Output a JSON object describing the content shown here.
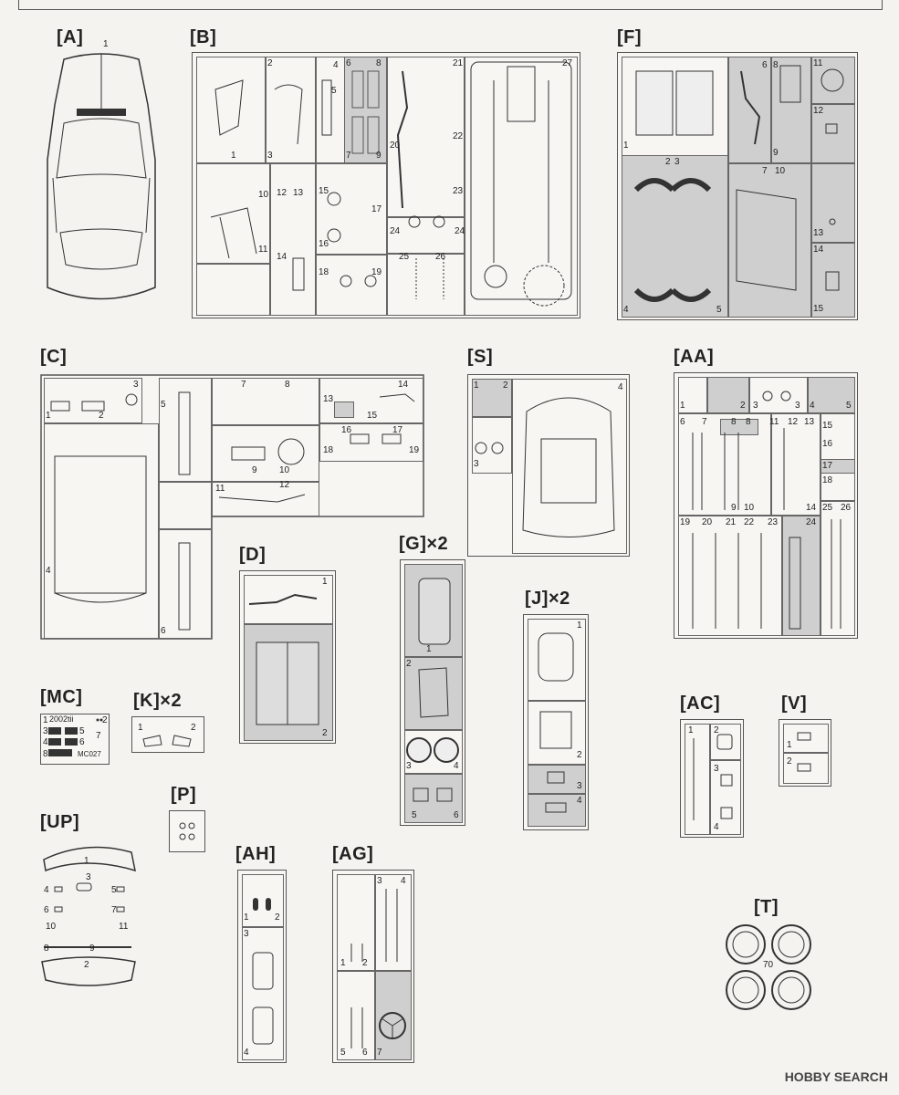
{
  "labels": {
    "A": "[A]",
    "B": "[B]",
    "F": "[F]",
    "C": "[C]",
    "S": "[S]",
    "AA": "[AA]",
    "D": "[D]",
    "G": "[G]×2",
    "J": "[J]×2",
    "MC": "[MC]",
    "K": "[K]×2",
    "AC": "[AC]",
    "V": "[V]",
    "P": "[P]",
    "UP": "[UP]",
    "AH": "[AH]",
    "AG": "[AG]",
    "T": "[T]"
  },
  "tree_A": {
    "n1": "1"
  },
  "tree_B": {
    "n1": "1",
    "n2": "2",
    "n3": "3",
    "n4": "4",
    "n5": "5",
    "n6": "6",
    "n7": "7",
    "n8": "8",
    "n9": "9",
    "n10": "10",
    "n11": "11",
    "n12": "12",
    "n13": "13",
    "n14": "14",
    "n15": "15",
    "n16": "16",
    "n17": "17",
    "n18": "18",
    "n19": "19",
    "n20": "20",
    "n21": "21",
    "n22": "22",
    "n23": "23",
    "n24a": "24",
    "n24b": "24",
    "n25": "25",
    "n26": "26",
    "n27": "27"
  },
  "tree_F": {
    "n1": "1",
    "n2": "2",
    "n3": "3",
    "n4": "4",
    "n5": "5",
    "n6": "6",
    "n7": "7",
    "n8": "8",
    "n9": "9",
    "n10": "10",
    "n11": "11",
    "n12": "12",
    "n13": "13",
    "n14": "14",
    "n15": "15"
  },
  "tree_C": {
    "n1": "1",
    "n2": "2",
    "n3": "3",
    "n4": "4",
    "n5": "5",
    "n6": "6",
    "n7": "7",
    "n8": "8",
    "n9": "9",
    "n10": "10",
    "n11": "11",
    "n12": "12",
    "n13": "13",
    "n14": "14",
    "n15": "15",
    "n16": "16",
    "n17": "17",
    "n18": "18",
    "n19": "19"
  },
  "tree_S": {
    "n1": "1",
    "n2": "2",
    "n3": "3",
    "n4": "4"
  },
  "tree_AA": {
    "n1": "1",
    "n2": "2",
    "n3a": "3",
    "n3b": "3",
    "n4": "4",
    "n5": "5",
    "n6": "6",
    "n7": "7",
    "n8a": "8",
    "n8b": "8",
    "n9": "9",
    "n10": "10",
    "n11": "11",
    "n12": "12",
    "n13": "13",
    "n14": "14",
    "n15": "15",
    "n16": "16",
    "n17": "17",
    "n18": "18",
    "n19": "19",
    "n20": "20",
    "n21": "21",
    "n22": "22",
    "n23": "23",
    "n24": "24",
    "n25": "25",
    "n26": "26"
  },
  "tree_D": {
    "n1": "1",
    "n2": "2"
  },
  "tree_G": {
    "n1": "1",
    "n2": "2",
    "n3": "3",
    "n4": "4",
    "n5": "5",
    "n6": "6"
  },
  "tree_J": {
    "n1": "1",
    "n2": "2",
    "n3": "3",
    "n4": "4"
  },
  "tree_MC": {
    "n1": "1",
    "n2": "2",
    "n3": "3",
    "n4": "4",
    "n5": "5",
    "n6": "6",
    "n7": "7",
    "n8": "8",
    "text1": "2002tii",
    "code": "MC027"
  },
  "tree_K": {
    "n1": "1",
    "n2": "2"
  },
  "tree_AC": {
    "n1": "1",
    "n2": "2",
    "n3": "3",
    "n4": "4"
  },
  "tree_V": {
    "n1": "1",
    "n2": "2"
  },
  "tree_UP": {
    "n1": "1",
    "n2": "2",
    "n3": "3",
    "n4": "4",
    "n5": "5",
    "n6": "6",
    "n7": "7",
    "n8": "8",
    "n9": "9",
    "n10": "10",
    "n11": "11"
  },
  "tree_AH": {
    "n1": "1",
    "n2": "2",
    "n3": "3",
    "n4": "4"
  },
  "tree_AG": {
    "n1": "1",
    "n2": "2",
    "n3": "3",
    "n4": "4",
    "n5": "5",
    "n6": "6",
    "n7": "7"
  },
  "tree_T": {
    "n70": "70"
  },
  "watermark": "HOBBY SEARCH"
}
